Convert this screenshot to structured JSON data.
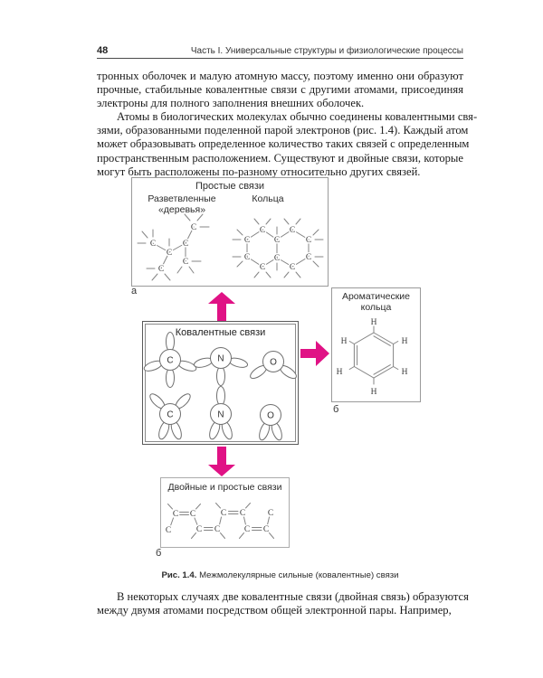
{
  "page": {
    "number": "48",
    "header_title": "Часть I. Универсальные структуры и физиологические процессы",
    "p1_lines": [
      "тронных оболочек и малую атомную массу, поэтому именно они образуют",
      "прочные, стабильные ковалентные связи с другими атомами, присоединяя",
      "электроны для полного заполнения внешних оболочек."
    ],
    "p2_lines": [
      "Атомы в биологических молекулах обычно соединены ковалентными свя-",
      "зями, образованными поделенной парой электронов (рис. 1.4). Каждый атом",
      "может образовывать определенное количество таких связей с определенным",
      "пространственным расположением. Существуют и двойные связи, которые",
      "могут быть расположены по-разному относительно других связей."
    ],
    "p3_lines": [
      "В некоторых случаях две ковалентные связи (двойная связь) образуются",
      "между двумя атомами посредством общей электронной пары. Например,"
    ]
  },
  "figure": {
    "caption_label": "Рис. 1.4.",
    "caption_text": " Межмолекулярные сильные (ковалентные) связи",
    "simple_box": {
      "title": "Простые связи",
      "left_label_line1": "Разветвленные",
      "left_label_line2": "«деревья»",
      "right_label": "Кольца",
      "part_label": "а"
    },
    "covalent_box": {
      "title": "Ковалентные связи"
    },
    "aromatic_box": {
      "title_line1": "Ароматические",
      "title_line2": "кольца",
      "part_label": "б"
    },
    "double_box": {
      "title": "Двойные и простые связи",
      "part_label": "б"
    },
    "atoms": {
      "c": "C",
      "n": "N",
      "o": "O",
      "h": "H"
    },
    "colors": {
      "arrow": "#e01285",
      "box_border": "#9a9a9a"
    }
  }
}
